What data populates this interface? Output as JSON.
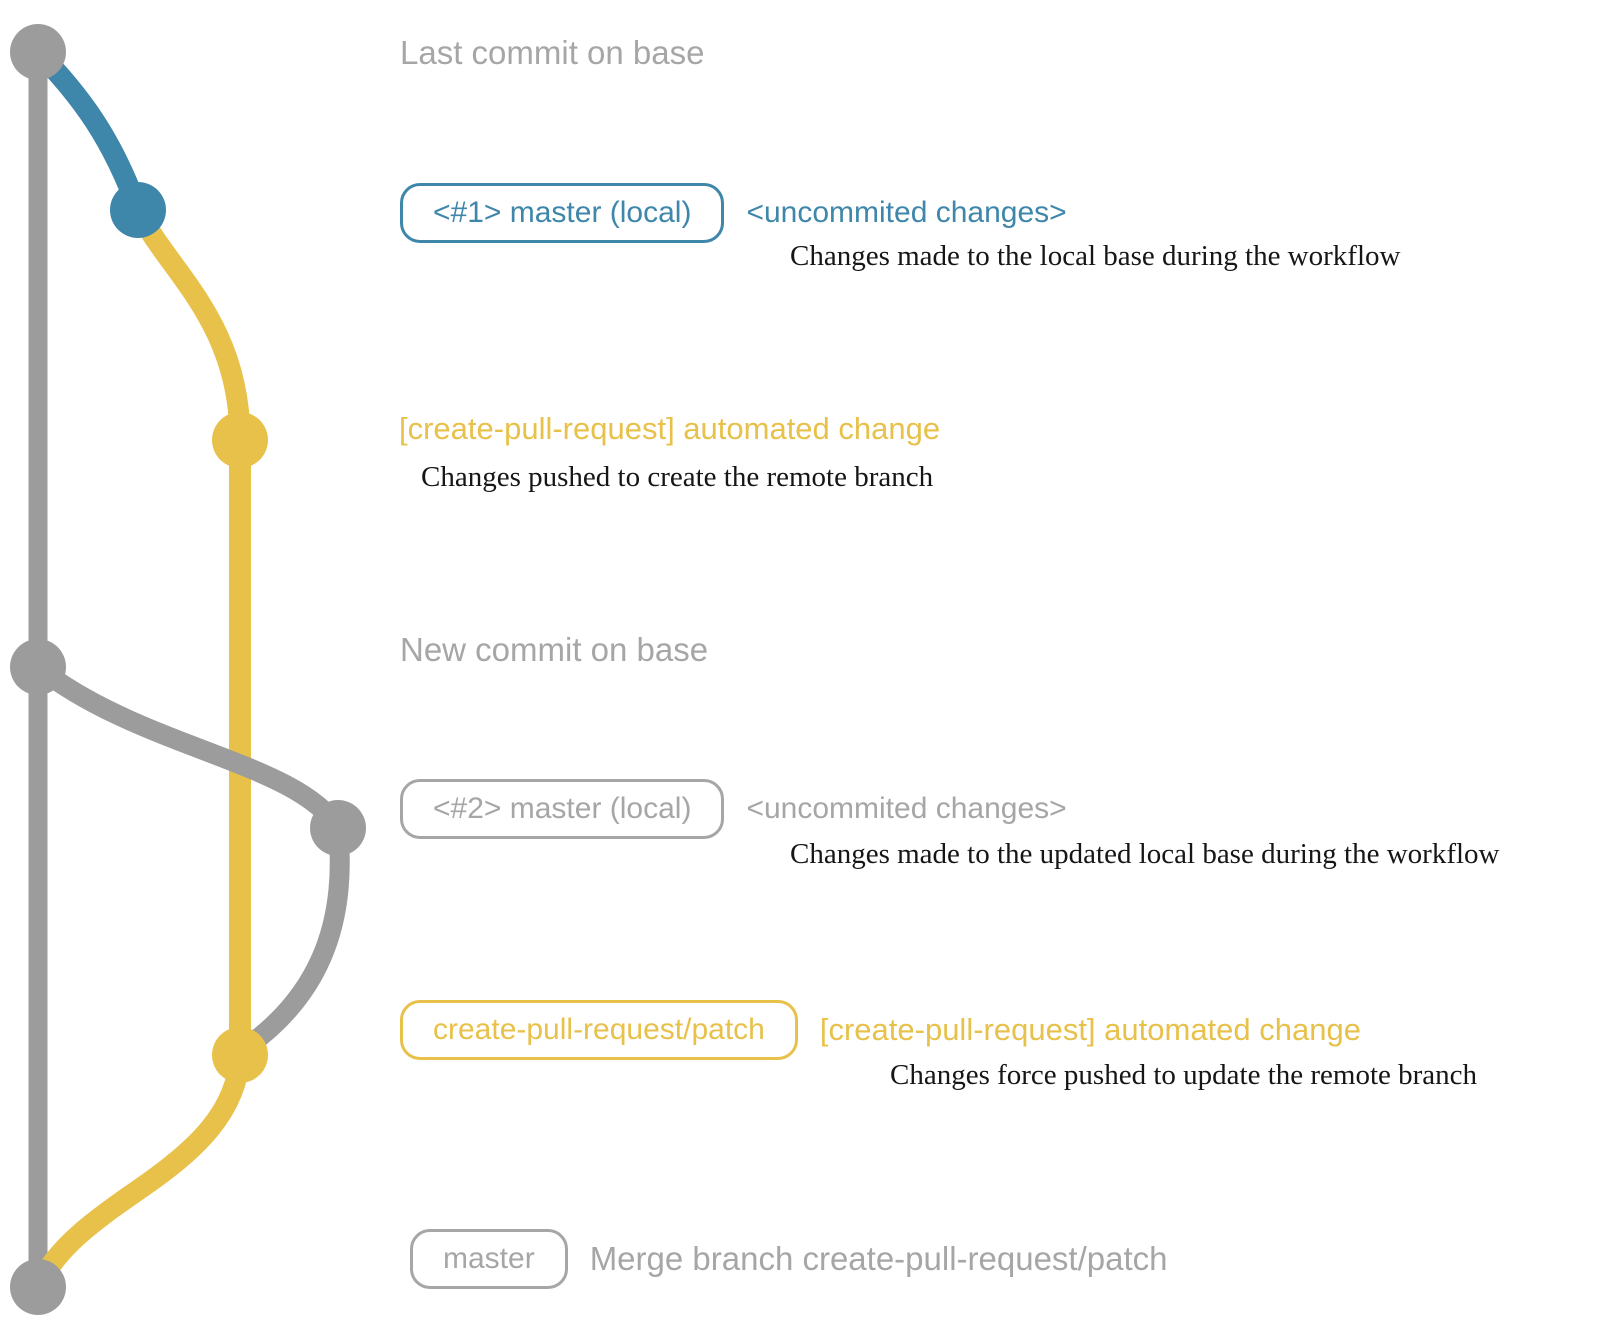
{
  "colors": {
    "branch_base_gray": "#9c9c9c",
    "branch_local_blue": "#3e86aa",
    "branch_patch_yellow": "#e8c14a",
    "caption_gray": "#a6a6a6",
    "note_black": "#161616"
  },
  "graph": {
    "type": "git-commit-graph",
    "branches": [
      "base",
      "master (local)",
      "create-pull-request/patch"
    ],
    "dots": [
      {
        "color": "gray",
        "label": "Last commit on base"
      },
      {
        "color": "blue",
        "label": "<#1> master (local) <uncommited changes>"
      },
      {
        "color": "yellow",
        "label": "[create-pull-request] automated change"
      },
      {
        "color": "gray",
        "label": "New commit on base"
      },
      {
        "color": "gray",
        "label": "<#2> master (local) <uncommited changes>"
      },
      {
        "color": "yellow",
        "label": "create-pull-request/patch [create-pull-request] automated change"
      },
      {
        "color": "gray",
        "label": "master Merge branch create-pull-request/patch"
      }
    ]
  },
  "rows": {
    "lastCommit": {
      "caption": "Last commit on base"
    },
    "commit1": {
      "pill": "<#1> master (local)",
      "side": "<uncommited changes>",
      "note": "Changes made to the local base during the workflow"
    },
    "commit2": {
      "title": "[create-pull-request] automated change",
      "note": "Changes pushed to create the remote branch"
    },
    "newCommit": {
      "caption": "New commit on base"
    },
    "commit3": {
      "pill": "<#2> master (local)",
      "side": "<uncommited changes>",
      "note": "Changes made to the updated local base during the workflow"
    },
    "commit4": {
      "pill": "create-pull-request/patch",
      "side": "[create-pull-request] automated change",
      "note": "Changes force pushed to update the remote branch"
    },
    "merge": {
      "pill": "master",
      "side": "Merge branch create-pull-request/patch"
    }
  }
}
